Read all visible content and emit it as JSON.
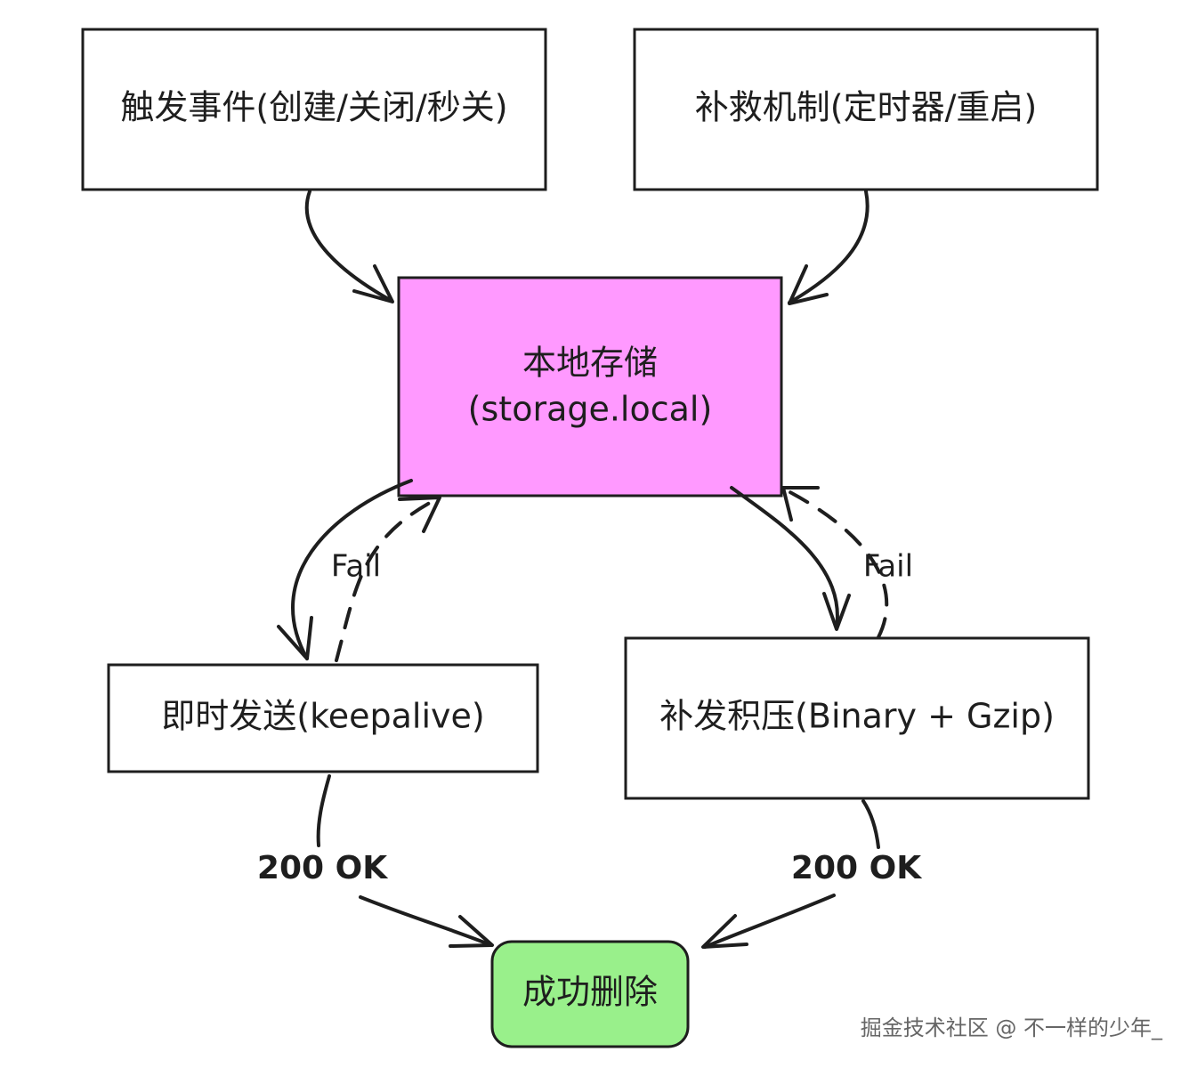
{
  "nodes": {
    "trigger": {
      "label": "触发事件(创建/关闭/秒关)"
    },
    "remedy": {
      "label": "补救机制(定时器/重启)"
    },
    "storage": {
      "line1": "本地存储",
      "line2": "(storage.local)"
    },
    "instant": {
      "label": "即时发送(keepalive)"
    },
    "backlog": {
      "label": "补发积压(Binary + Gzip)"
    },
    "success": {
      "label": "成功删除"
    }
  },
  "edges": {
    "fail_left": "Fail",
    "fail_right": "Fail",
    "ok_left": "200 OK",
    "ok_right": "200 OK"
  },
  "colors": {
    "storage_fill": "#ff99ff",
    "success_fill": "#99f08b",
    "default_fill": "#ffffff",
    "stroke": "#1e1e1e"
  },
  "watermark": "掘金技术社区 @ 不一样的少年_"
}
